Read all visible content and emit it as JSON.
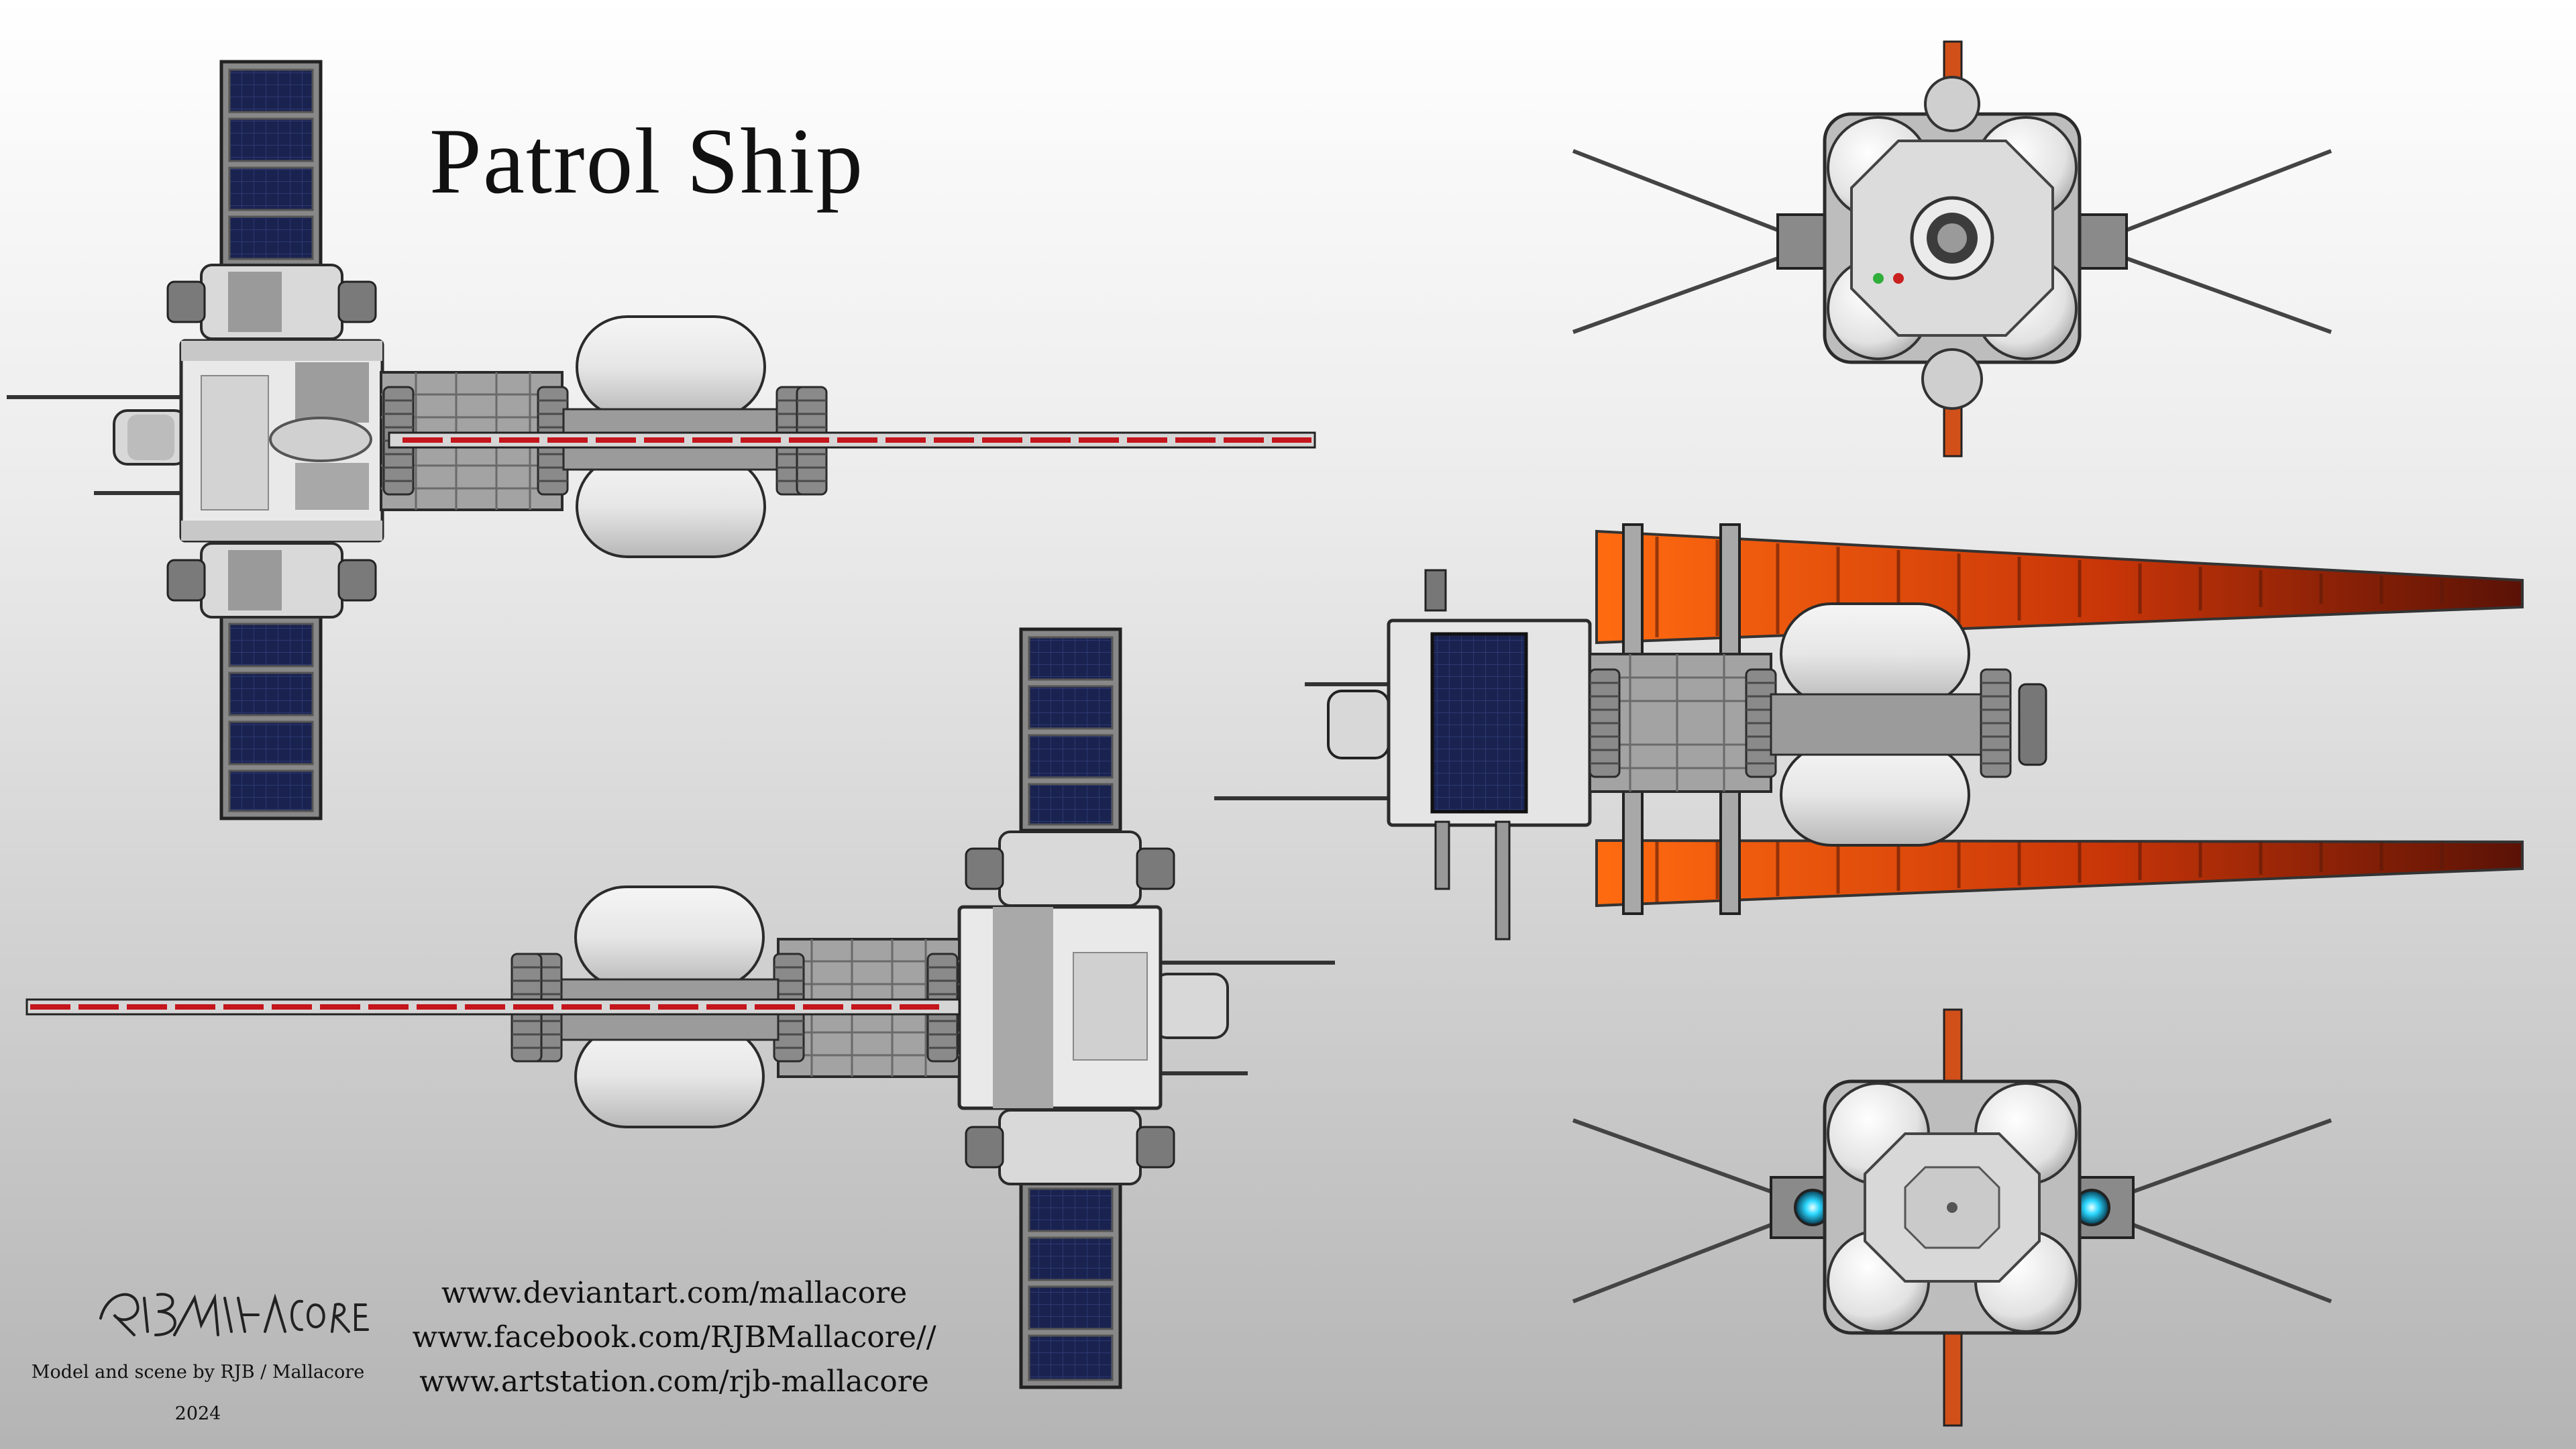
{
  "title": "Patrol Ship",
  "links": [
    "www.deviantart.com/mallacore",
    "www.facebook.com/RJBMallacore//",
    "www.artstation.com/rjb-mallacore"
  ],
  "signature": "RJB/MALLACORE",
  "credit": "Model and scene by RJB / Mallacore",
  "year": "2024"
}
